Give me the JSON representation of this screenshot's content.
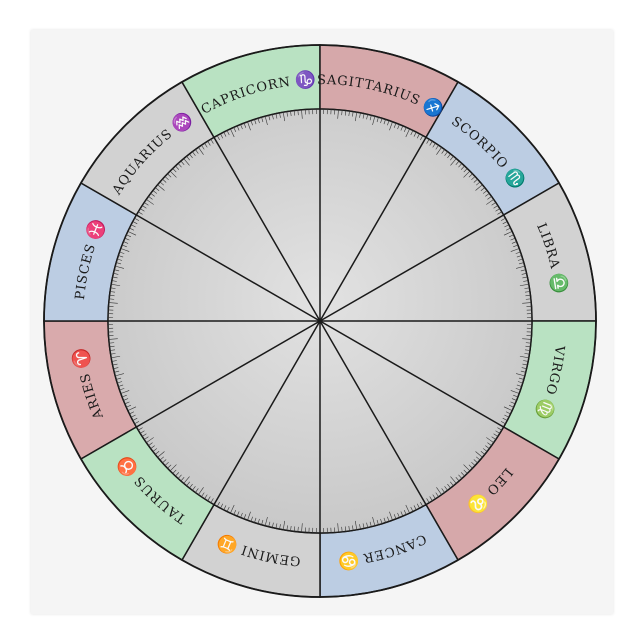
{
  "wheel": {
    "signs": [
      {
        "name": "ARIES",
        "symbol": "♈",
        "start_deg": 180,
        "color": "#d9aaac"
      },
      {
        "name": "PISCES",
        "symbol": "♓",
        "start_deg": 150,
        "color": "#bccde3"
      },
      {
        "name": "AQUARIUS",
        "symbol": "♒",
        "start_deg": 120,
        "color": "#d2d2d2"
      },
      {
        "name": "CAPRICORN",
        "symbol": "♑",
        "start_deg": 90,
        "color": "#b9e2c2"
      },
      {
        "name": "SAGITTARIUS",
        "symbol": "♐",
        "start_deg": 60,
        "color": "#d6a8aa"
      },
      {
        "name": "SCORPIO",
        "symbol": "♏",
        "start_deg": 30,
        "color": "#bccde3"
      },
      {
        "name": "LIBRA",
        "symbol": "♎",
        "start_deg": 0,
        "color": "#d2d2d2"
      },
      {
        "name": "VIRGO",
        "symbol": "♍",
        "start_deg": 330,
        "color": "#b9e2c2"
      },
      {
        "name": "LEO",
        "symbol": "♌",
        "start_deg": 300,
        "color": "#d6a8aa"
      },
      {
        "name": "CANCER",
        "symbol": "♋",
        "start_deg": 270,
        "color": "#bccde3"
      },
      {
        "name": "GEMINI",
        "symbol": "♊",
        "start_deg": 240,
        "color": "#d2d2d2"
      },
      {
        "name": "TAURUS",
        "symbol": "♉",
        "start_deg": 210,
        "color": "#b9e2c2"
      }
    ],
    "inner_color": "#d4d4d4",
    "line_color": "#1a1a1a"
  }
}
